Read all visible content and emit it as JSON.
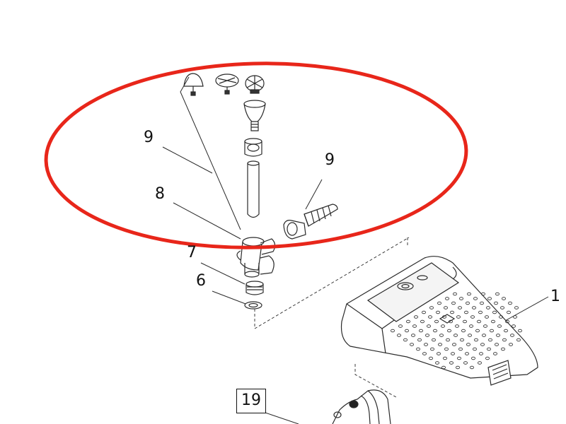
{
  "diagram": {
    "callouts": {
      "top_left": "9",
      "top_right": "9",
      "fountain_tee": "8",
      "connector": "7",
      "seal": "6",
      "filter_housing": "1",
      "pump": "19"
    },
    "highlight_color": "#e8261a",
    "line_color": "#2a2a2a"
  }
}
